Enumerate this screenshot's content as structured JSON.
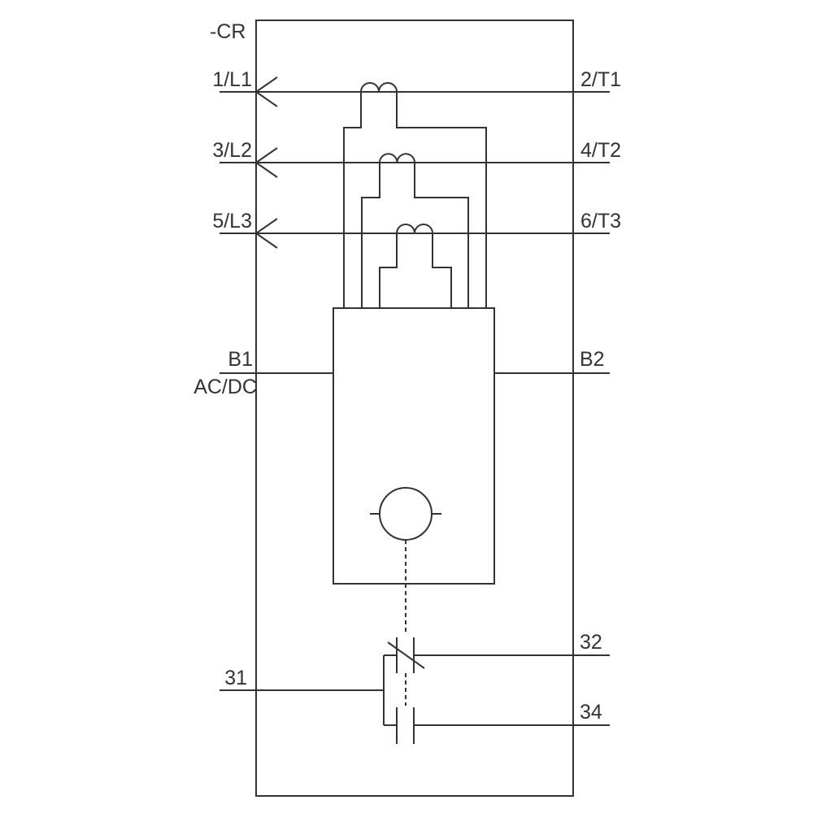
{
  "schematic": {
    "device_ref": "-CR",
    "main_circuit": {
      "line_terminals": [
        "1/L1",
        "3/L2",
        "5/L3"
      ],
      "load_terminals": [
        "2/T1",
        "4/T2",
        "6/T3"
      ]
    },
    "control_supply": {
      "left_terminal": "B1",
      "left_terminal_note": "AC/DC",
      "right_terminal": "B2"
    },
    "aux_contacts": {
      "common_terminal": "31",
      "nc_terminal": "32",
      "no_terminal": "34"
    },
    "colors": {
      "ink": "#333333",
      "background": "#ffffff"
    }
  }
}
